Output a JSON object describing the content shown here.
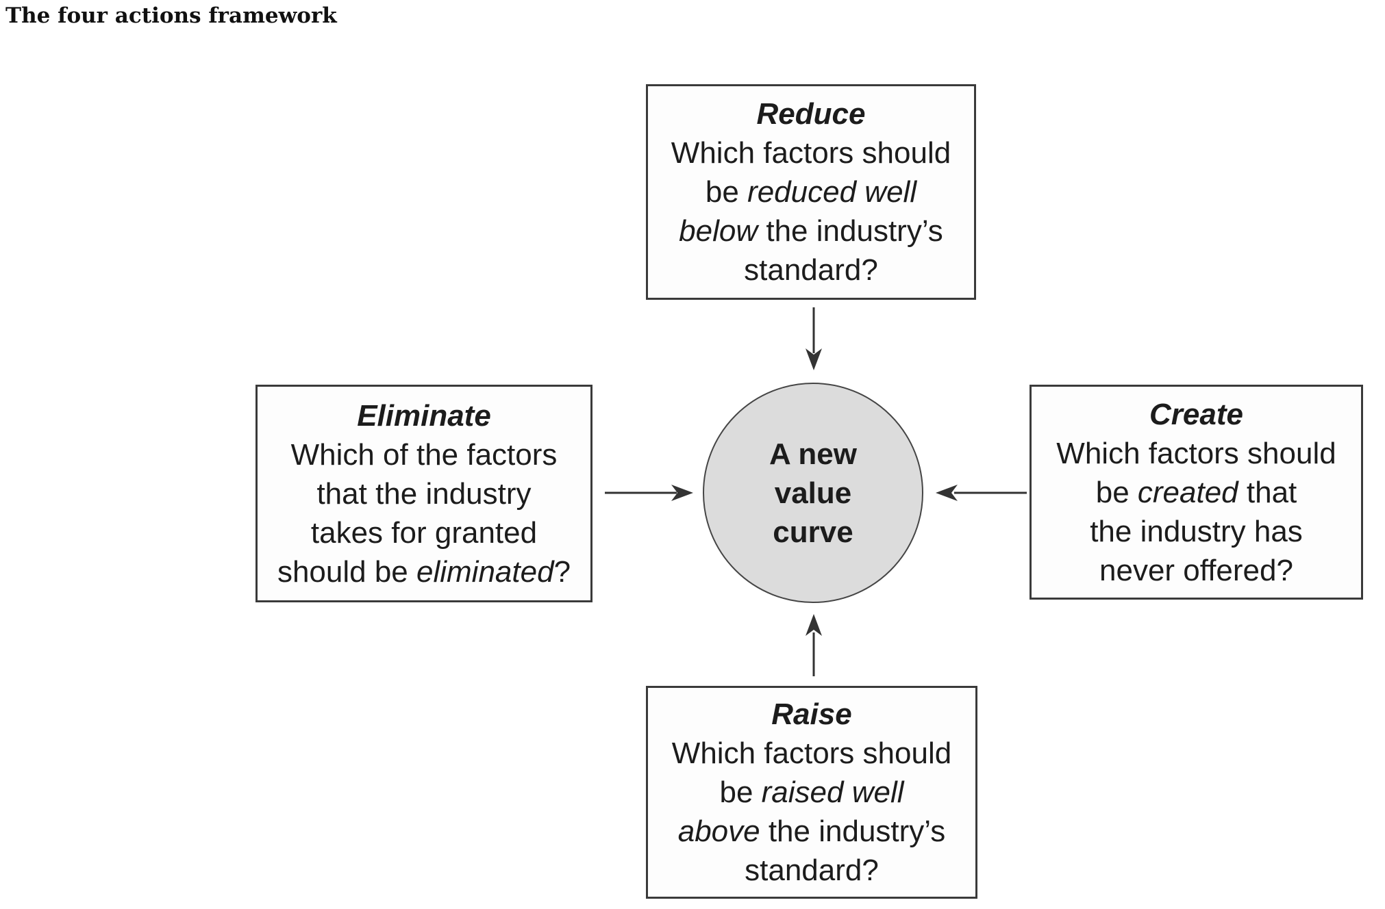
{
  "page": {
    "title": "The four actions framework"
  },
  "colors": {
    "page_bg": "#ffffff",
    "box_border": "#3a3a3a",
    "box_fill": "#fdfdfd",
    "circle_fill": "#dcdcdc",
    "circle_border": "#454545",
    "arrow": "#333333",
    "text": "#1c1c1c",
    "title_color": "#111111"
  },
  "center": {
    "lines": [
      "A new",
      "value",
      "curve"
    ]
  },
  "boxes": [
    {
      "id": "reduce",
      "heading": "Reduce",
      "lines": [
        [
          {
            "t": "Which factors should"
          }
        ],
        [
          {
            "t": "be "
          },
          {
            "t": "reduced well",
            "i": true
          }
        ],
        [
          {
            "t": "below",
            "i": true
          },
          {
            "t": " the industry’s"
          }
        ],
        [
          {
            "t": "standard?"
          }
        ]
      ]
    },
    {
      "id": "eliminate",
      "heading": "Eliminate",
      "lines": [
        [
          {
            "t": "Which of the factors"
          }
        ],
        [
          {
            "t": "that the industry"
          }
        ],
        [
          {
            "t": "takes for granted"
          }
        ],
        [
          {
            "t": "should be "
          },
          {
            "t": "eliminated",
            "i": true
          },
          {
            "t": "?"
          }
        ]
      ]
    },
    {
      "id": "create",
      "heading": "Create",
      "lines": [
        [
          {
            "t": "Which factors should"
          }
        ],
        [
          {
            "t": "be "
          },
          {
            "t": "created",
            "i": true
          },
          {
            "t": " that"
          }
        ],
        [
          {
            "t": "the industry has"
          }
        ],
        [
          {
            "t": "never offered?"
          }
        ]
      ]
    },
    {
      "id": "raise",
      "heading": "Raise",
      "lines": [
        [
          {
            "t": "Which factors should"
          }
        ],
        [
          {
            "t": "be "
          },
          {
            "t": "raised well",
            "i": true
          }
        ],
        [
          {
            "t": "above",
            "i": true
          },
          {
            "t": " the industry’s"
          }
        ],
        [
          {
            "t": "standard?"
          }
        ]
      ]
    }
  ]
}
